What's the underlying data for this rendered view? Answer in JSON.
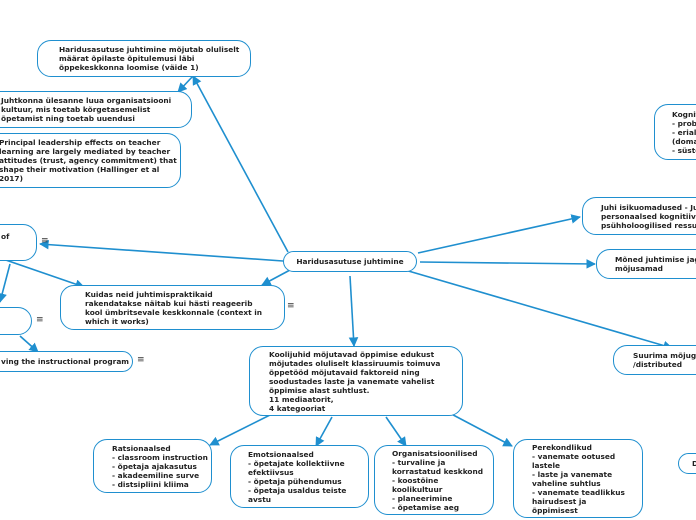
{
  "central": "Haridusasutuse juhtimine",
  "nodes": {
    "n_influence": "Haridusasutuse juhtimine mõjutab oluliselt\nmäärat õpilaste õpitulemusi läbi\nõppekeskkonna loomise (väide 1)",
    "n_team": "Juhtkonna ülesanne luua organisatsiooni\nkultuur, mis toetab kõrgetasemelist\nõpetamist ning toetab uuendusi",
    "n_principal": "Principal leadership effects on teacher\nlearning are largely mediated by teacher\nattitudes (trust, agency commitment) that\nshape their motivation (Hallinger et al\n2017)",
    "n_left_of": "of",
    "n_practices": "Kuidas neid juhtimispraktikaid\nrakendatakse näitab kui hästi reageerib\nkool ümbritsevale keskkonnale (context in\nwhich it works)",
    "n_empty": "",
    "n_program": "ving the instructional program",
    "n_school": "Koolijuhid mõjutavad õppimise edukust\nmõjutades oluliselt klassiruumis toimuva\nõppetööd mõjutavaid faktoreid ning\nsoodustades laste ja vanemate vahelist\nõppimise alast suhtlust.\n11 mediaatorit,\n4 kategooriat",
    "n_rational": "Ratsionaalsed\n- classroom instruction\n- õpetaja ajakasutus\n- akadeemiline surve\n- distsipliini kliima",
    "n_emotional": "Emotsionaalsed\n- õpetajate kollektiivne\nefektiivsus\n- õpetaja pühendumus\n- õpetaja usaldus teiste\navstu",
    "n_org": "Organisatsioonilised\n- turvaline ja\nkorrastatud keskkond\n- koostöine\nkoolikultuur\n- planeerimine\n- õpetamise aeg",
    "n_family": "Perekondlikud\n- vanemate ootused\nlastele\n- laste ja vanemate\nvaheline suhtlus\n- vanemate teadlikkus\nhairudsest ja\nõppimisest",
    "n_cognitive": "Kogniti\n- probl\n- erialas\n(domai\n- süste",
    "n_traits": "Juhi isikuomadused - Ju\npersonaalsed kognitiivse\npsühholoogilised ressur",
    "n_styles": "Mõned juhtimise jagu\nmõjusamad",
    "n_largest": "Suurima mõjuga\n/distributed",
    "n_d": "D"
  },
  "more_icon": "≡",
  "colors": {
    "accent": "#1f8fcf",
    "text": "#222222",
    "background": "#ffffff"
  }
}
